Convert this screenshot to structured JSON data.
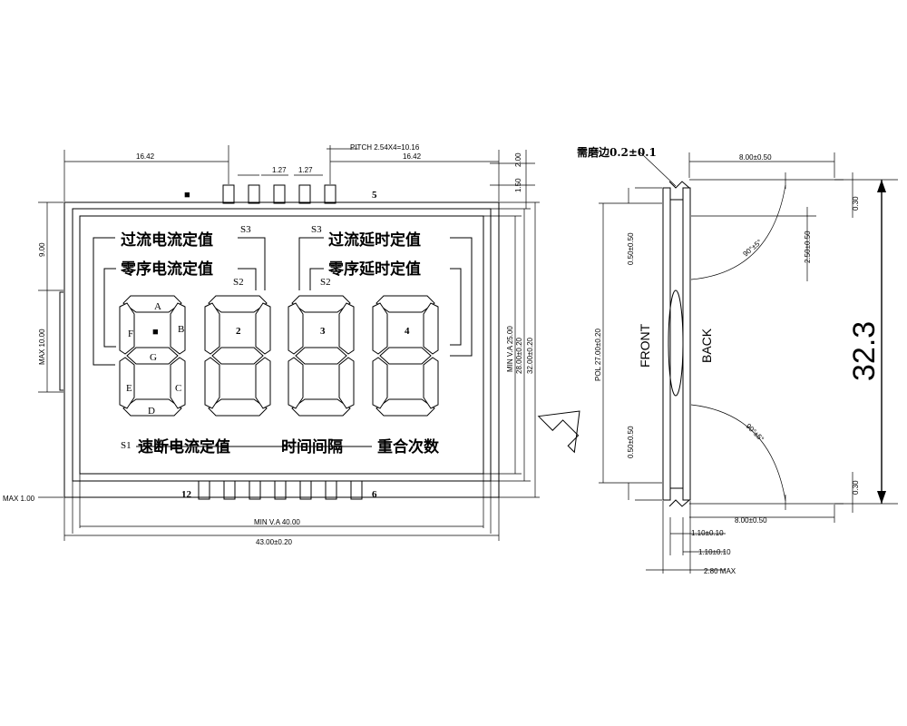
{
  "front_view": {
    "labels": {
      "pin_left_top": "■",
      "pin_right_top": "5",
      "pin_left_bottom": "12",
      "pin_right_bottom": "6",
      "s3_left": "S3",
      "s3_right": "S3",
      "s2_left": "S2",
      "s2_right": "S2",
      "s1": "S1",
      "text_tl1": "过流电流定值",
      "text_tl2": "零序电流定值",
      "text_tr1": "过流延时定值",
      "text_tr2": "零序延时定值",
      "text_bottom_1": "速断电流定值",
      "text_bottom_2": "时间间隔",
      "text_bottom_3": "重合次数"
    },
    "segment_letters": {
      "a": "A",
      "b": "B",
      "c": "C",
      "d": "D",
      "e": "E",
      "f": "F",
      "g": "G",
      "dot": "■"
    },
    "digit_numbers": [
      "2",
      "3",
      "4"
    ],
    "dims": {
      "left_16": "16.42",
      "right_16": "16.42",
      "pitch": "PITCH 2.54X4=10.16",
      "p127a": "1.27",
      "p127b": "1.27",
      "r200": "2.00",
      "r150": "1.50",
      "left_900": "9.00",
      "left_max10": "MAX 10.00",
      "max100": "MAX 1.00",
      "min_va_40": "MIN V.A 40.00",
      "overall_43": "43.00±0.20",
      "min_va_25": "MIN V.A 25.00",
      "d2800": "28.00±0.20",
      "d3200": "32.00±0.20"
    }
  },
  "side_view": {
    "grind_note": "需磨边0.2±0.1",
    "front": "FRONT",
    "back": "BACK",
    "big_dim": "32.3",
    "dims": {
      "top800": "8.00±0.50",
      "bot800": "8.00±0.50",
      "r030a": "0.30",
      "r030b": "0.30",
      "r250": "2.50±0.50",
      "pol": "POL 27.00±0.20",
      "t050": "0.50±0.50",
      "b050": "0.50±0.50",
      "ang1": "90°±5°",
      "ang2": "90°±5°",
      "d110a": "1.10±0.10",
      "d110b": "1.10±0.10",
      "max280": "2.80 MAX"
    }
  }
}
